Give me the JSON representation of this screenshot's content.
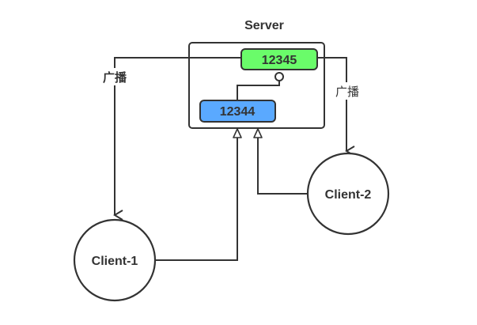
{
  "diagram": {
    "server_label": "Server",
    "port_broadcast": "12345",
    "port_receive": "12344",
    "broadcast_label_left": "广播",
    "broadcast_label_right": "广播",
    "client_1": "Client-1",
    "client_2": "Client-2"
  },
  "colors": {
    "stroke": "#333333",
    "port_broadcast_fill": "#6afc6a",
    "port_receive_fill": "#5aa9ff",
    "background": "#ffffff"
  }
}
